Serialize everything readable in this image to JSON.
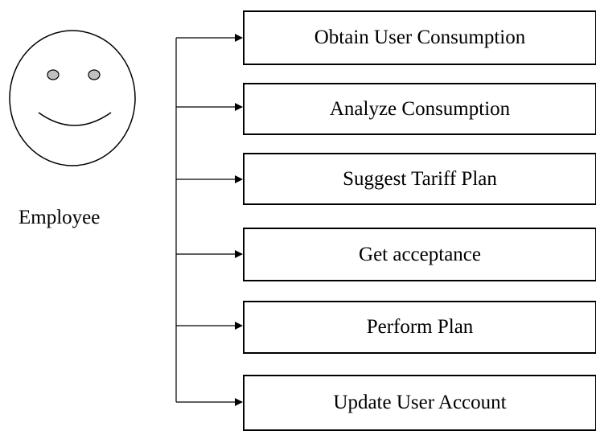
{
  "actor": {
    "label": "Employee",
    "icon": "smiley-face-icon"
  },
  "tasks": [
    {
      "label": "Obtain User Consumption"
    },
    {
      "label": "Analyze Consumption"
    },
    {
      "label": "Suggest Tariff Plan"
    },
    {
      "label": "Get acceptance"
    },
    {
      "label": "Perform Plan"
    },
    {
      "label": "Update User Account"
    }
  ],
  "colors": {
    "stroke": "#000000",
    "eye_fill": "#c0c0c0",
    "background": "#ffffff"
  }
}
